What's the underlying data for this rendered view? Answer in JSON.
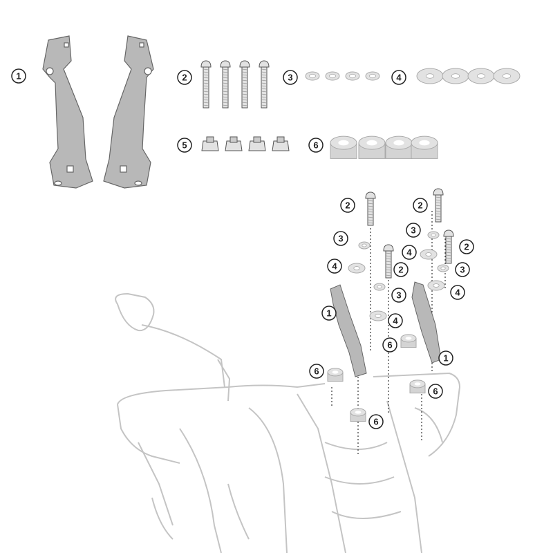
{
  "diagram": {
    "part_numbers": [
      "1",
      "2",
      "3",
      "4",
      "5",
      "6"
    ],
    "colors": {
      "bracket": "#b8b8b8",
      "hardware": "#e2e2e2",
      "outline": "#555555",
      "bike_outline": "#c8c8c8",
      "callout_stroke": "#222222"
    }
  }
}
